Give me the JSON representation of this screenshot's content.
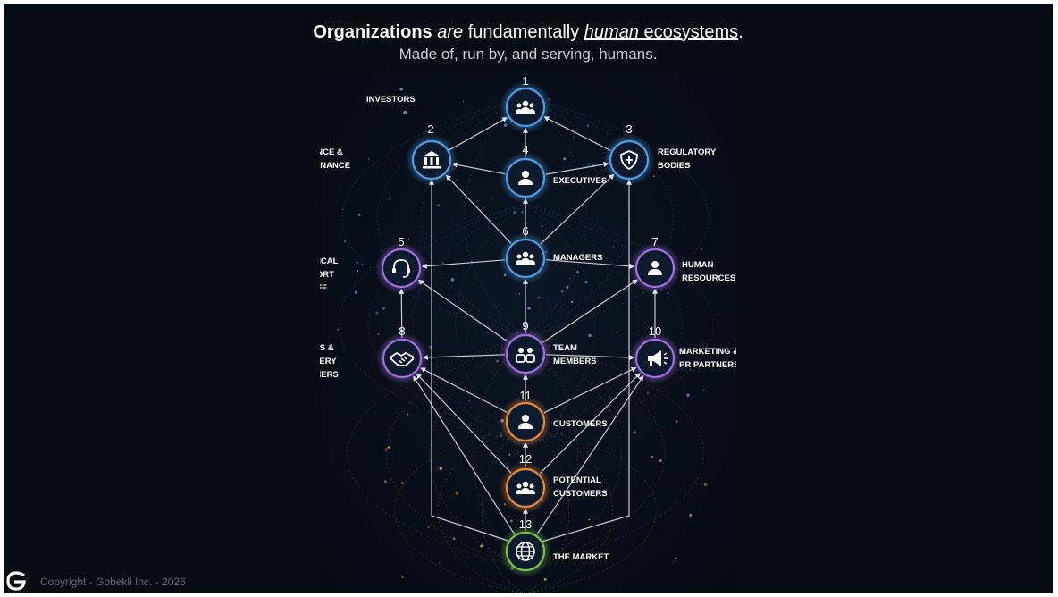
{
  "title": {
    "part1": "Organizations",
    "part2": "are",
    "part3": "fundamentally",
    "part4": "human",
    "part5": "ecosystems",
    "part6": "."
  },
  "subtitle": "Made of, run by, and serving, humans.",
  "footer": {
    "copyright": "Copyright - Gobekli Inc. - 2026"
  },
  "colors": {
    "slide_background": "#050c14",
    "blue_tier": "#4f9ee8",
    "purple_tier": "#a46fe0",
    "orange_tier": "#e88a3a",
    "green_tier": "#7cc04a"
  },
  "nodes": [
    {
      "id": "investors",
      "number": "1",
      "label": [
        "INVESTORS"
      ],
      "icon": "group-icon",
      "tier": "blue"
    },
    {
      "id": "finance",
      "number": "2",
      "label": [
        "FINANCE &",
        "GOVERNANCE"
      ],
      "icon": "bank-icon",
      "tier": "blue"
    },
    {
      "id": "regulatory",
      "number": "3",
      "label": [
        "REGULATORY",
        "BODIES"
      ],
      "icon": "shield-icon",
      "tier": "blue"
    },
    {
      "id": "executives",
      "number": "4",
      "label": [
        "EXECUTIVES"
      ],
      "icon": "person-icon",
      "tier": "blue"
    },
    {
      "id": "technical",
      "number": "5",
      "label": [
        "TECHNICAL",
        "SUPPORT",
        "STAFF"
      ],
      "icon": "headset-icon",
      "tier": "purple"
    },
    {
      "id": "managers",
      "number": "6",
      "label": [
        "MANAGERS"
      ],
      "icon": "group-icon",
      "tier": "blue"
    },
    {
      "id": "hr",
      "number": "7",
      "label": [
        "HUMAN",
        "RESOURCES"
      ],
      "icon": "person-icon",
      "tier": "purple"
    },
    {
      "id": "sales",
      "number": "8",
      "label": [
        "SALES &",
        "DELIVERY",
        "PARTNERS"
      ],
      "icon": "handshake-icon",
      "tier": "purple"
    },
    {
      "id": "team",
      "number": "9",
      "label": [
        "TEAM",
        "MEMBERS"
      ],
      "icon": "team-icon",
      "tier": "purple"
    },
    {
      "id": "marketing",
      "number": "10",
      "label": [
        "MARKETING &",
        "PR PARTNERS"
      ],
      "icon": "megaphone-icon",
      "tier": "purple"
    },
    {
      "id": "customers",
      "number": "11",
      "label": [
        "CUSTOMERS"
      ],
      "icon": "person-icon",
      "tier": "orange"
    },
    {
      "id": "potential",
      "number": "12",
      "label": [
        "POTENTIAL",
        "CUSTOMERS"
      ],
      "icon": "group-icon",
      "tier": "orange"
    },
    {
      "id": "market",
      "number": "13",
      "label": [
        "THE MARKET"
      ],
      "icon": "globe-icon",
      "tier": "green"
    }
  ],
  "edges": [
    [
      "executives",
      "investors"
    ],
    [
      "finance",
      "investors"
    ],
    [
      "regulatory",
      "investors"
    ],
    [
      "executives",
      "finance"
    ],
    [
      "executives",
      "regulatory"
    ],
    [
      "managers",
      "executives"
    ],
    [
      "managers",
      "finance"
    ],
    [
      "managers",
      "regulatory"
    ],
    [
      "managers",
      "technical"
    ],
    [
      "managers",
      "hr"
    ],
    [
      "team",
      "managers"
    ],
    [
      "team",
      "technical"
    ],
    [
      "team",
      "hr"
    ],
    [
      "team",
      "sales"
    ],
    [
      "team",
      "marketing"
    ],
    [
      "sales",
      "technical"
    ],
    [
      "marketing",
      "hr"
    ],
    [
      "customers",
      "team"
    ],
    [
      "customers",
      "sales"
    ],
    [
      "customers",
      "marketing"
    ],
    [
      "potential",
      "customers"
    ],
    [
      "potential",
      "sales"
    ],
    [
      "potential",
      "marketing"
    ],
    [
      "market",
      "potential"
    ],
    [
      "market",
      "finance"
    ],
    [
      "market",
      "regulatory"
    ],
    [
      "market",
      "sales"
    ],
    [
      "market",
      "marketing"
    ]
  ]
}
